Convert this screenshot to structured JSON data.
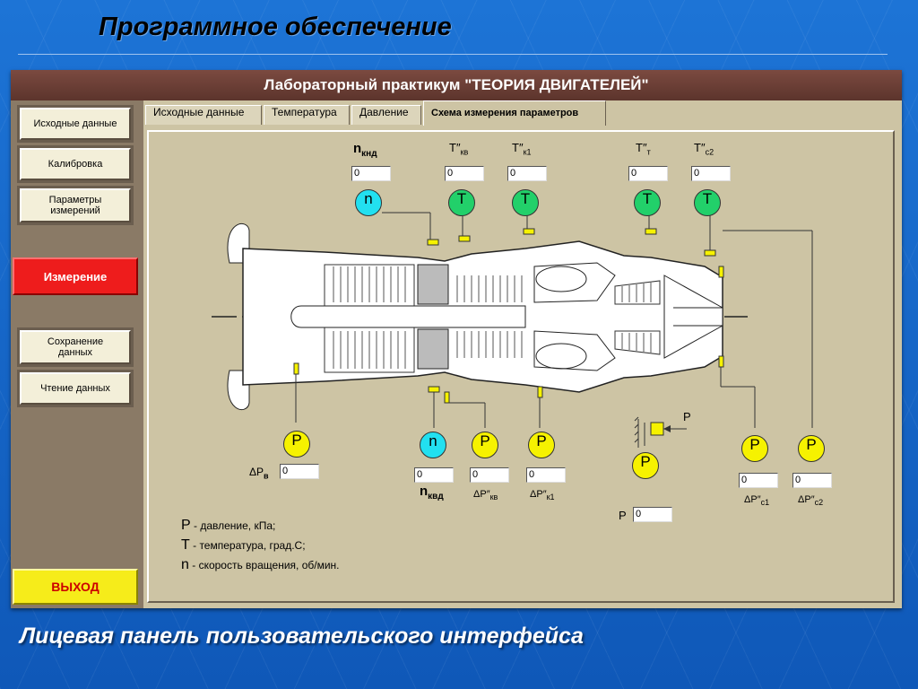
{
  "slide": {
    "title": "Программное обеспечение",
    "footer": "Лицевая панель пользовательского интерфейса"
  },
  "window": {
    "title": "Лабораторный практикум \"ТЕОРИЯ ДВИГАТЕЛЕЙ\""
  },
  "sidebar": {
    "buttons": [
      {
        "label": "Исходные данные"
      },
      {
        "label": "Калибровка"
      },
      {
        "label": "Параметры измерений"
      },
      {
        "label": "Измерение"
      },
      {
        "label": "Сохранение данных"
      },
      {
        "label": "Чтение данных"
      },
      {
        "label": "ВЫХОД"
      }
    ]
  },
  "tabs": [
    {
      "label": "Исходные данные"
    },
    {
      "label": "Температура"
    },
    {
      "label": "Давление"
    },
    {
      "label": "Схема измерения параметров"
    }
  ],
  "diagram": {
    "top_labels": {
      "n_knd": "n",
      "n_knd_sub": "кнд",
      "t_kv": "T",
      "t_kv_sub": "кв",
      "t_k1": "T",
      "t_k1_sub": "к1",
      "t_t": "T",
      "t_t_sub": "т",
      "t_c2": "T",
      "t_c2_sub": "с2"
    },
    "bottom_labels": {
      "dp_v": "ΔP",
      "dp_v_sub": "в",
      "n_kvd": "n",
      "n_kvd_sub": "квд",
      "dp_kv": "ΔP",
      "dp_kv_sub": "кв",
      "dp_k1": "ΔP",
      "dp_k1_sub": "к1",
      "p": "P",
      "p_arrow": "P",
      "dp_c1": "ΔP",
      "dp_c1_sub": "с1",
      "dp_c2": "ΔP",
      "dp_c2_sub": "с2"
    },
    "sensors": {
      "n": "n",
      "t": "T",
      "p": "P"
    },
    "values": {
      "n_knd": "0",
      "t_kv": "0",
      "t_k1": "0",
      "t_t": "0",
      "t_c2": "0",
      "dp_v": "0",
      "n_kvd": "0",
      "dp_kv": "0",
      "dp_k1": "0",
      "p": "0",
      "dp_c1": "0",
      "dp_c2": "0"
    },
    "colors": {
      "n_sensor": "#22e0f0",
      "t_sensor": "#22d06a",
      "p_sensor": "#f6f200"
    }
  },
  "legend": [
    {
      "sym": "P",
      "text": " - давление, кПа;"
    },
    {
      "sym": "T",
      "text": " - температура, град.С;"
    },
    {
      "sym": "n",
      "text": " - скорость вращения, об/мин."
    }
  ]
}
